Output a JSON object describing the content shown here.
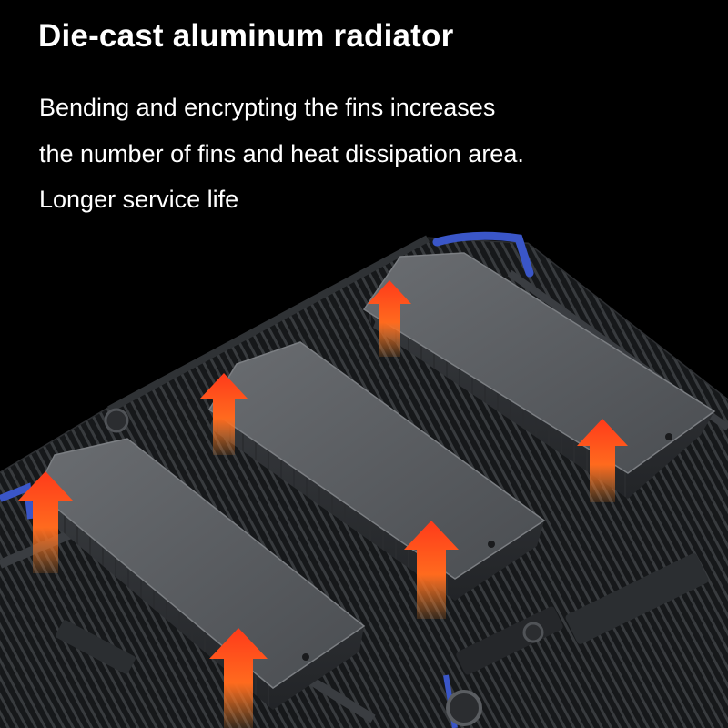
{
  "headline": "Die-cast aluminum radiator",
  "description": [
    "Bending and encrypting the fins increases",
    "the number of fins and heat dissipation area.",
    "Longer service life"
  ],
  "colors": {
    "background": "#000000",
    "text": "#ffffff",
    "heat_arrow_top": "#ff3a1a",
    "heat_arrow_bottom": "#ff7a1a",
    "accent_blue": "#3a56c8"
  },
  "illustration": {
    "subject": "radiator with three heat sink modules",
    "module_count": 3,
    "heat_arrow_count": 6
  }
}
